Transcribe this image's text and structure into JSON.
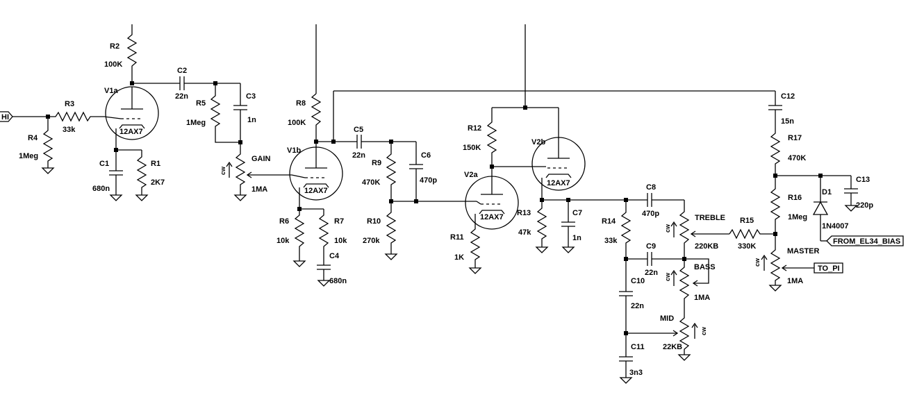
{
  "labels": {
    "r1": "R1",
    "r1_val": "2K7",
    "r2": "R2",
    "r2_val": "100K",
    "r3": "R3",
    "r3_val": "33k",
    "r4": "R4",
    "r4_val": "1Meg",
    "r5": "R5",
    "r5_val": "1Meg",
    "r6": "R6",
    "r6_val": "10k",
    "r7": "R7",
    "r7_val": "10k",
    "r8": "R8",
    "r8_val": "100K",
    "r9": "R9",
    "r9_val": "470K",
    "r10": "R10",
    "r10_val": "270k",
    "r11": "R11",
    "r11_val": "1K",
    "r12": "R12",
    "r12_val": "150K",
    "r13": "R13",
    "r13_val": "47k",
    "r14": "R14",
    "r14_val": "33k",
    "r15": "R15",
    "r15_val": "330K",
    "r16": "R16",
    "r16_val": "1Meg",
    "r17": "R17",
    "r17_val": "470K",
    "c1": "C1",
    "c1_val": "680n",
    "c2": "C2",
    "c2_val": "22n",
    "c3": "C3",
    "c3_val": "1n",
    "c4": "C4",
    "c4_val": "680n",
    "c5": "C5",
    "c5_val": "22n",
    "c6": "C6",
    "c6_val": "470p",
    "c7": "C7",
    "c7_val": "1n",
    "c8": "C8",
    "c8_val": "470p",
    "c9": "C9",
    "c9_val": "22n",
    "c10": "C10",
    "c10_val": "22n",
    "c11": "C11",
    "c11_val": "3n3",
    "c12": "C12",
    "c12_val": "15n",
    "c13": "C13",
    "c13_val": "220p",
    "d1": "D1",
    "d1_val": "1N4007",
    "v1a": "V1a",
    "v1b": "V1b",
    "v2a": "V2a",
    "v2b": "V2b",
    "tube_type": "12AX7",
    "gain": "GAIN",
    "gain_val": "1MA",
    "treble": "TREBLE",
    "treble_val": "220KB",
    "bass": "BASS",
    "bass_val": "1MA",
    "mid": "MID",
    "mid_val": "22KB",
    "master": "MASTER",
    "master_val": "1MA",
    "cw": "cw",
    "port_hi": "HI",
    "port_bias": "FROM_EL34_BIAS",
    "port_pi": "TO_PI"
  }
}
